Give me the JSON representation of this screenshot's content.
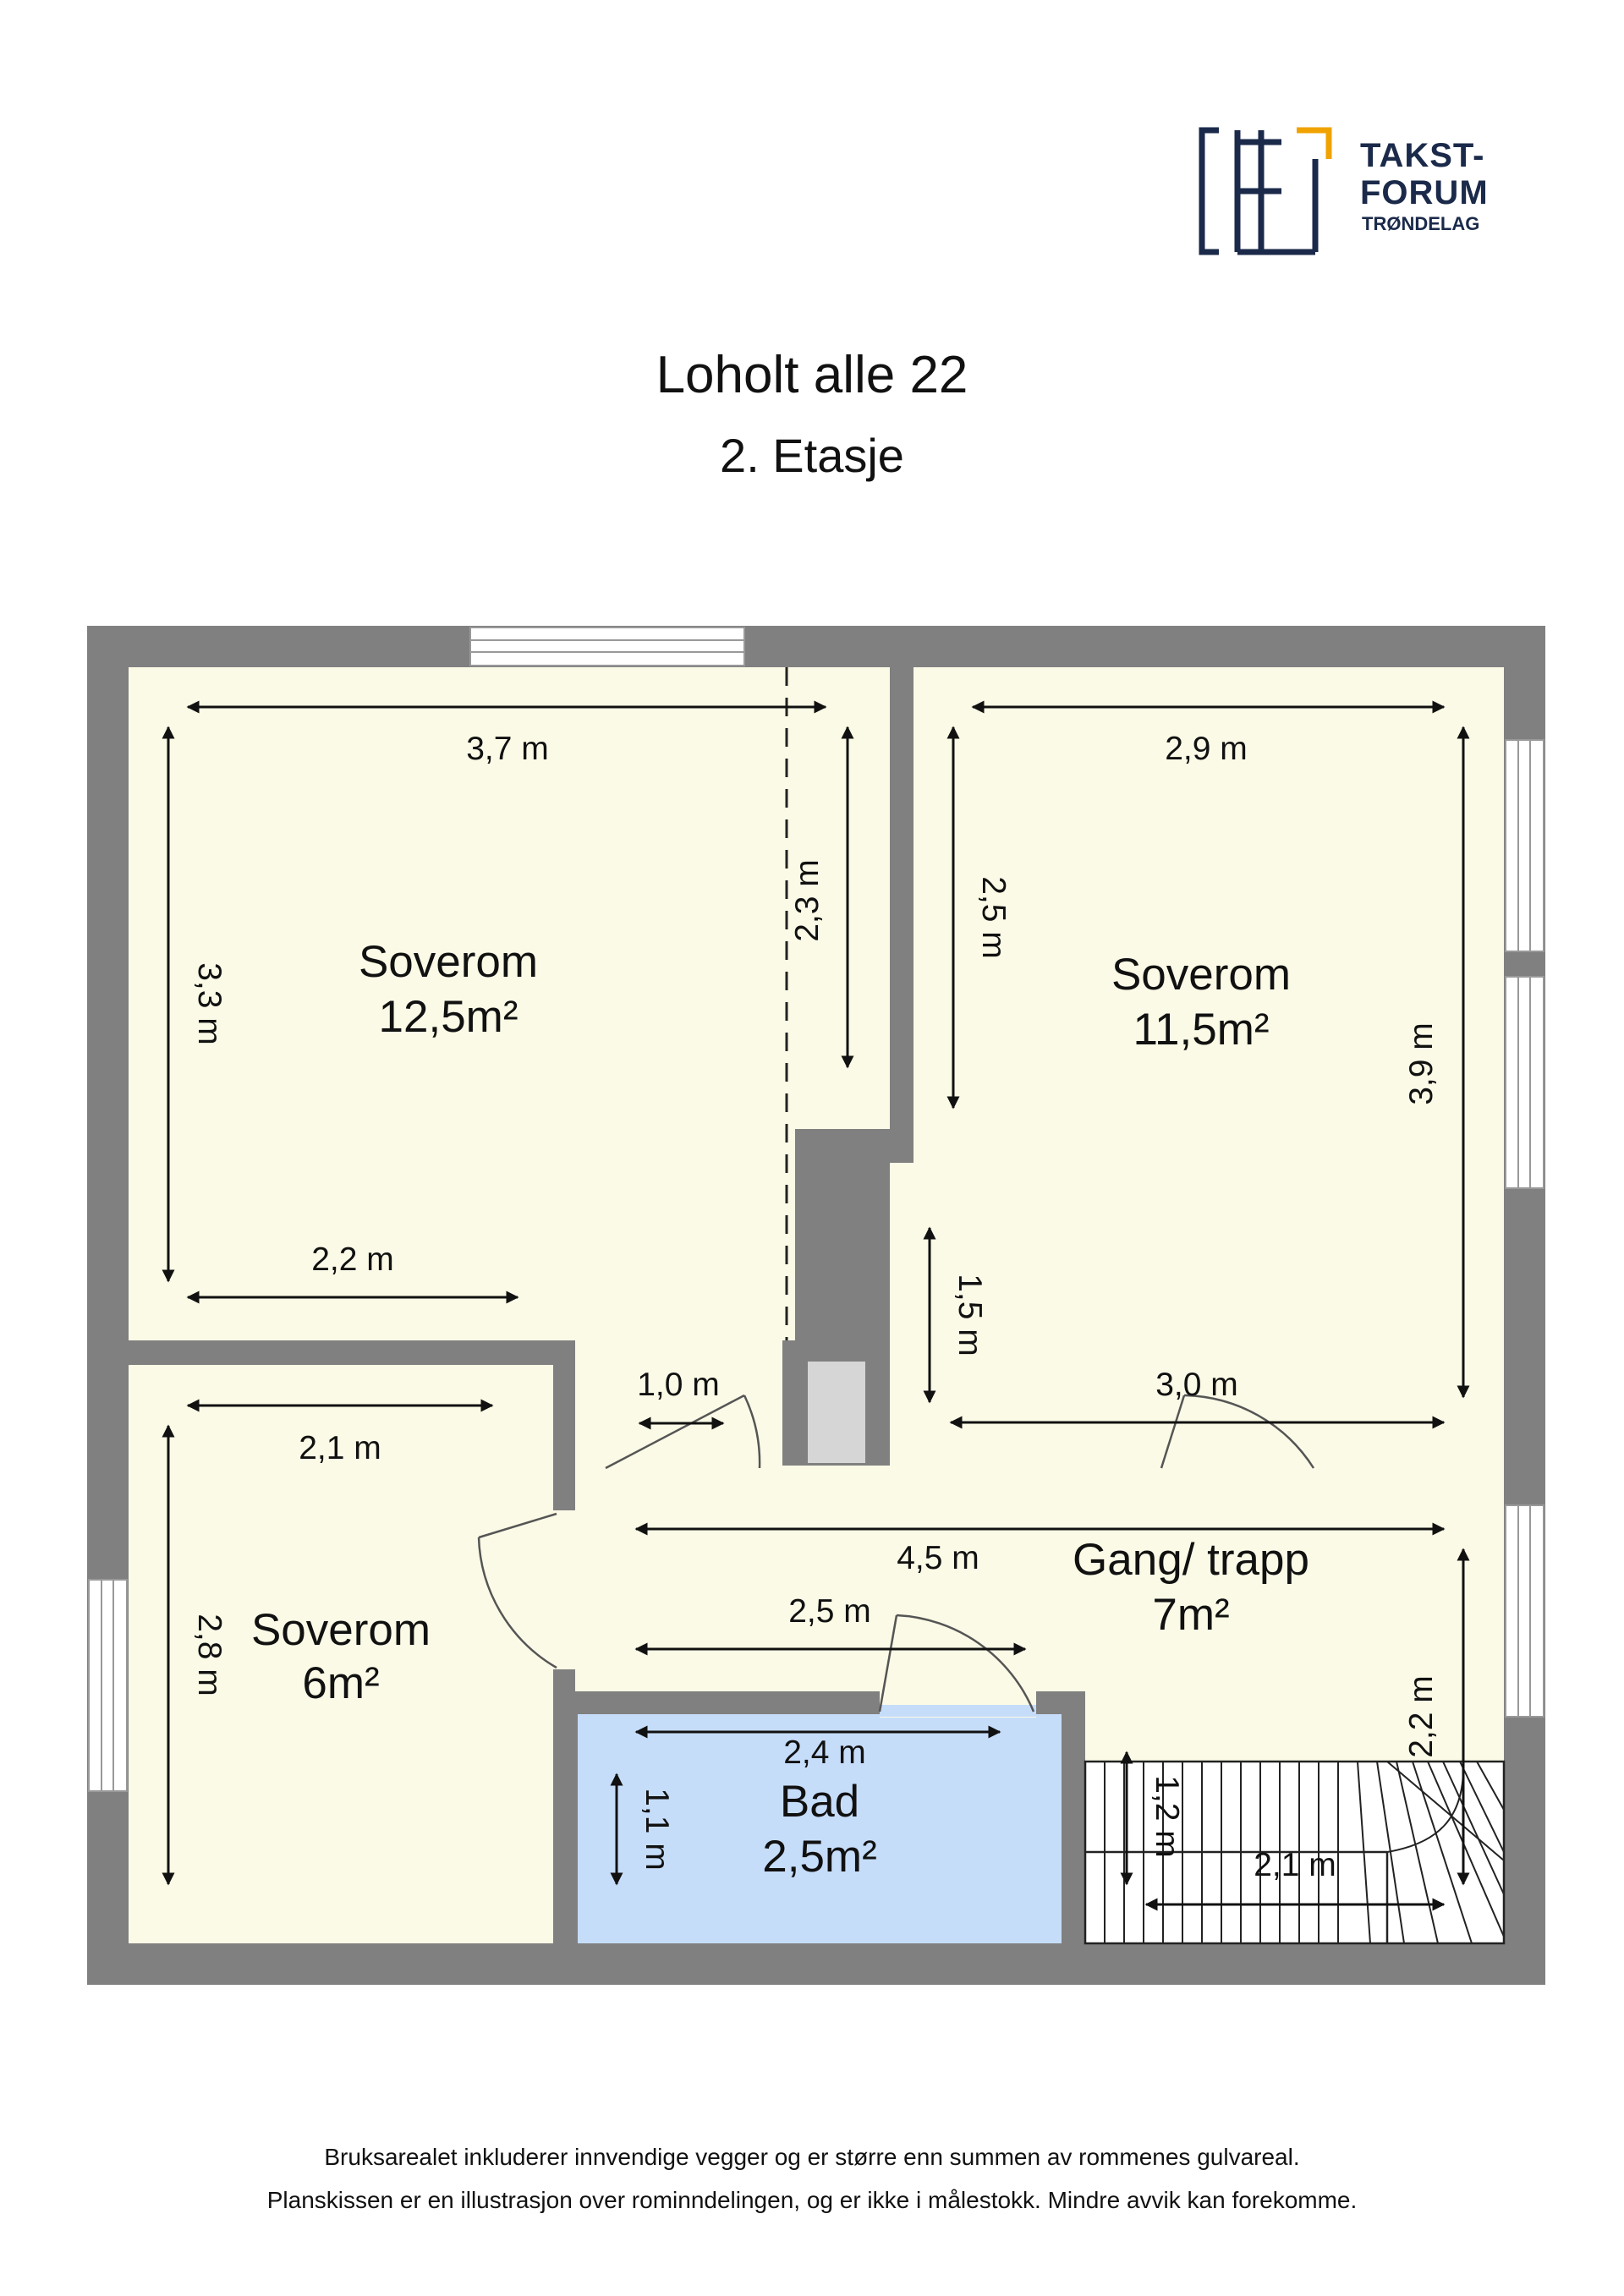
{
  "header": {
    "title": "Loholt alle 22",
    "subtitle": "2. Etasje"
  },
  "logo": {
    "line1": "TAKST-",
    "line2": "FORUM",
    "line3": "TRØNDELAG",
    "colors": {
      "navy": "#1b2a4a",
      "gold": "#f0a300"
    }
  },
  "colors": {
    "wall": "#808080",
    "room_fill": "#fbfae6",
    "bath_fill": "#c6ddfa",
    "shaft_fill": "#d6d6d6"
  },
  "rooms": {
    "soverom1": {
      "name": "Soverom",
      "area": "12,5m²"
    },
    "soverom2": {
      "name": "Soverom",
      "area": "11,5m²"
    },
    "soverom3": {
      "name": "Soverom",
      "area": "6m²"
    },
    "gang": {
      "name": "Gang/ trapp",
      "area": "7m²"
    },
    "bad": {
      "name": "Bad",
      "area": "2,5m²"
    }
  },
  "dimensions": {
    "s1_width": "3,7 m",
    "s1_height": "3,3 m",
    "s1_alcove": "2,3 m",
    "s1_bottom": "2,2 m",
    "s1_door": "1,0 m",
    "s2_width": "2,9 m",
    "s2_height_upper": "2,5 m",
    "s2_height": "3,9 m",
    "s2_lower": "1,5 m",
    "s2_bottom": "3,0 m",
    "s3_width": "2,1 m",
    "s3_height": "2,8 m",
    "gang_width": "4,5 m",
    "gang_lower": "2,5 m",
    "gang_height": "2,2 m",
    "bad_width": "2,4 m",
    "bad_height": "1,1 m",
    "stair_height": "1,2 m",
    "stair_width": "2,1 m"
  },
  "footer": {
    "line1": "Bruksarealet inkluderer innvendige vegger og er større enn summen av rommenes gulvareal.",
    "line2": "Planskissen er en illustrasjon over rominndelingen, og er ikke i målestokk. Mindre avvik kan forekomme."
  }
}
